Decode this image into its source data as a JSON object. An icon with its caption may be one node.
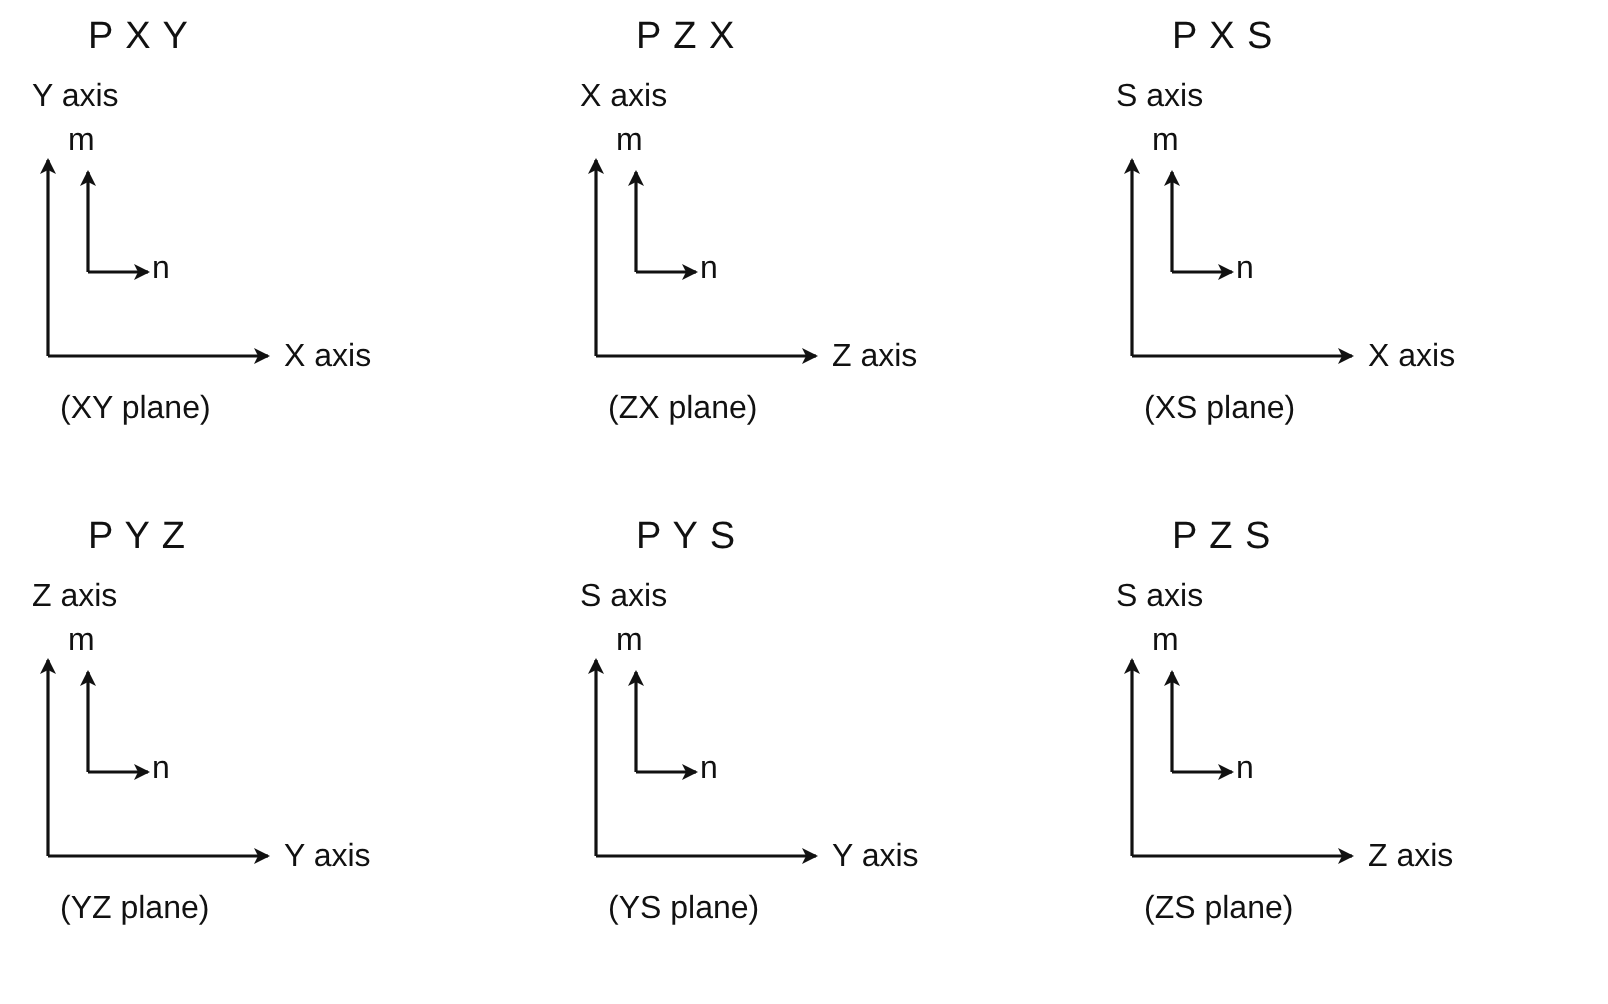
{
  "diagram": {
    "labels": [
      "P X Y",
      "Y axis",
      "m",
      "n",
      "X axis",
      "(XY plane)",
      "P Z X",
      "X axis",
      "m",
      "n",
      "Z axis",
      "(ZX plane)",
      "P X S",
      "S axis",
      "m",
      "n",
      "X axis",
      "(XS plane)",
      "P Y Z",
      "Z axis",
      "m",
      "n",
      "Y axis",
      "(YZ plane)",
      "P Y S",
      "S axis",
      "m",
      "n",
      "Y axis",
      "(YS plane)",
      "P Z S",
      "S axis",
      "m",
      "n",
      "Z axis",
      "(ZS plane)"
    ]
  }
}
